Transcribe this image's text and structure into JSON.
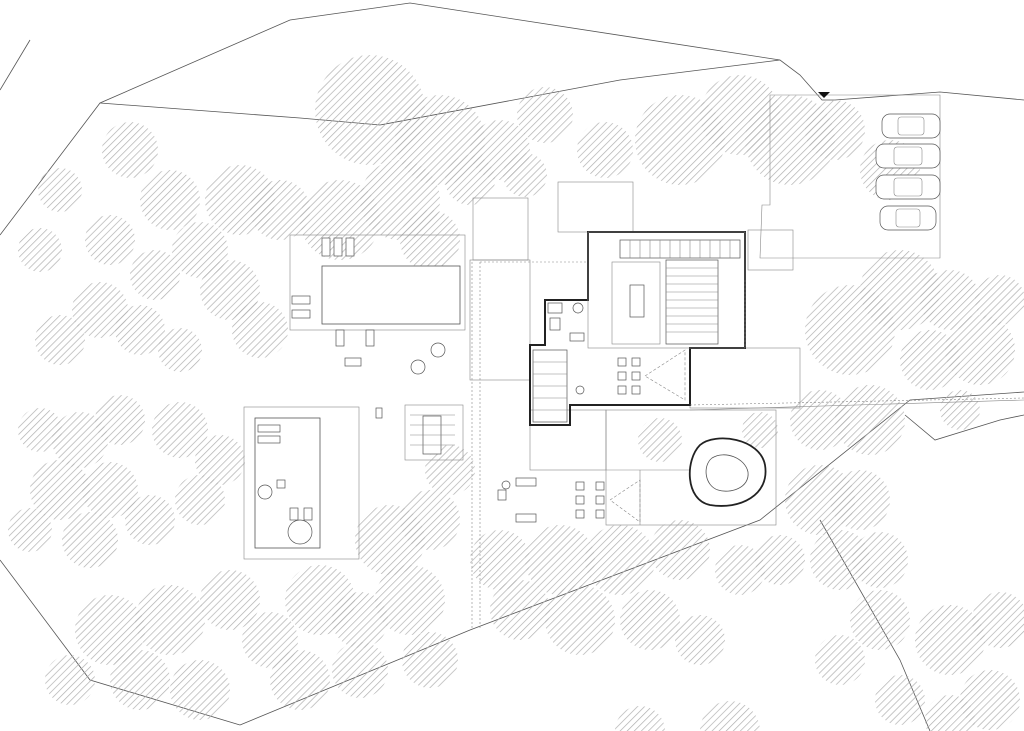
{
  "drawing": {
    "kind": "site-plan",
    "colors": {
      "ink": "#555555",
      "walls": "#222222",
      "hatch": "#b0b0b0",
      "background": "#ffffff"
    },
    "elements": {
      "trees": "hatched-circles",
      "cars": 4,
      "sun_loungers": "pairs",
      "umbrellas": "round",
      "entrance_marker": "arrow-icon"
    }
  }
}
